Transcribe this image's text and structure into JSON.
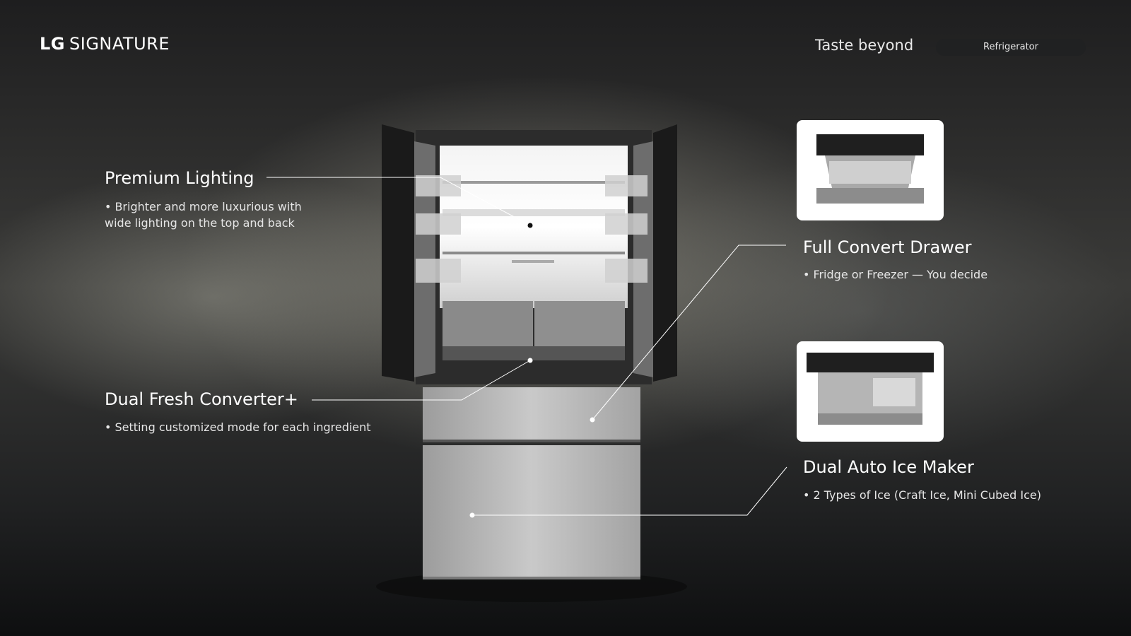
{
  "brand": {
    "logo_bold": "LG",
    "logo_text": "SIGNATURE"
  },
  "header": {
    "tagline": "Taste beyond",
    "category_pill": "Refrigerator"
  },
  "features": {
    "premium_lighting": {
      "title": "Premium Lighting",
      "desc": "Brighter and more luxurious with wide lighting on the top and back"
    },
    "dual_fresh": {
      "title": "Dual Fresh Converter+",
      "desc": "Setting customized mode for each ingredient"
    },
    "full_convert": {
      "title": "Full Convert Drawer",
      "desc": "Fridge or Freezer — You decide"
    },
    "ice_maker": {
      "title": "Dual Auto Ice Maker",
      "desc": "2 Types of Ice (Craft Ice, Mini Cubed Ice)"
    }
  },
  "bullet": "•",
  "colors": {
    "accent_line": "#ffffff",
    "pill_bg": "#202122"
  }
}
